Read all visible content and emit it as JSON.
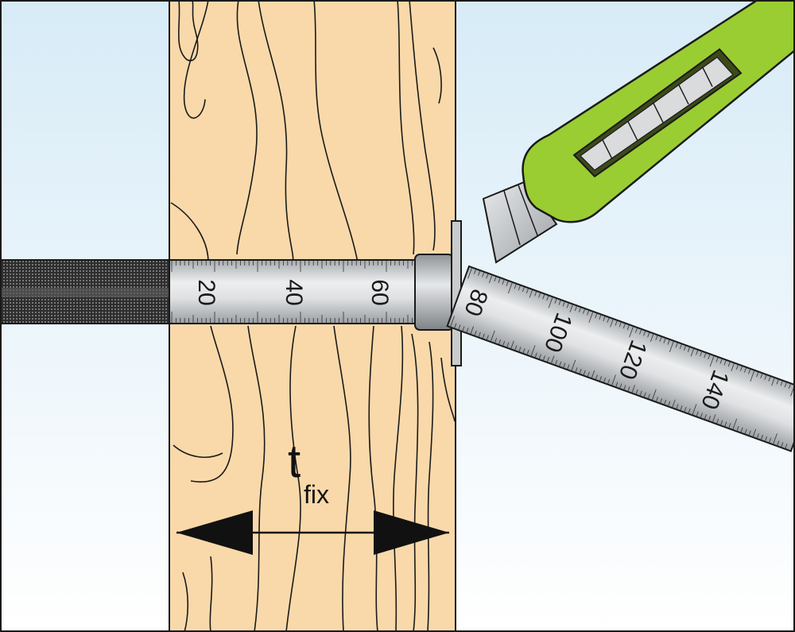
{
  "diagram": {
    "dimension_label": {
      "symbol": "t",
      "subscript": "fix"
    },
    "scale_marks_inserted": [
      "20",
      "40",
      "60"
    ],
    "scale_marks_cut": [
      "80",
      "100",
      "120",
      "140"
    ]
  },
  "colors": {
    "background_top": "#d9ecf7",
    "background_bottom": "#ffffff",
    "wood": "#f9d9aa",
    "wood_grain": "#1a1a1a",
    "ruler_light": "#e4e6e8",
    "ruler_dark": "#a9adb1",
    "dowel_dark": "#3a3a3a",
    "knife_handle": "#9acd32",
    "blade": "#c8cacc"
  },
  "icons": {
    "knife": "utility-knife-icon",
    "arrow_left": "arrow-left-icon",
    "arrow_right": "arrow-right-icon"
  }
}
